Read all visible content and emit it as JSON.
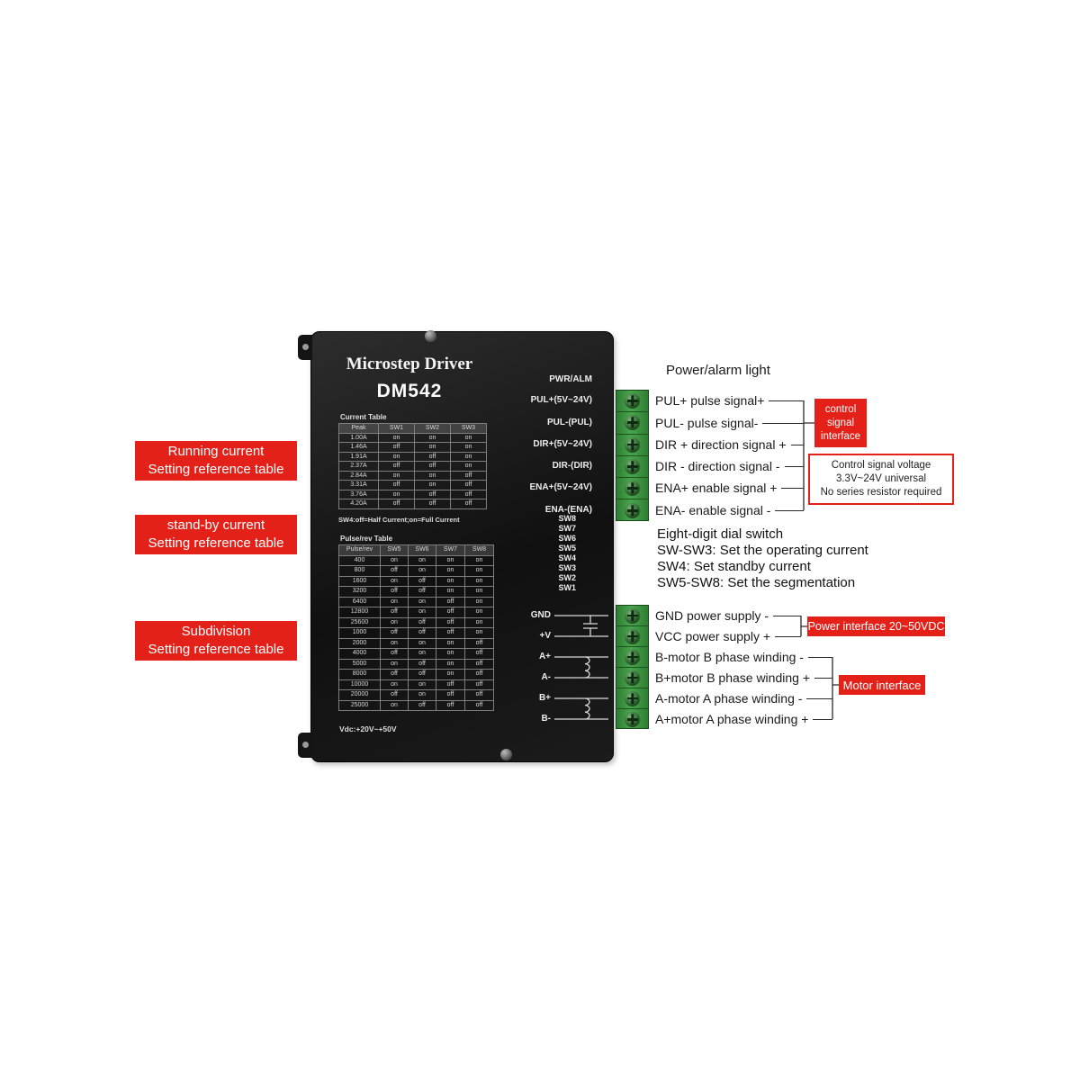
{
  "colors": {
    "accent_red": "#e32119",
    "device_body": "#161616",
    "terminal_green": "#3e9a41",
    "device_text": "#e6e6e6"
  },
  "device": {
    "title": "Microstep Driver",
    "model": "DM542",
    "current_table": {
      "title": "Current Table",
      "headers": [
        "Peak",
        "SW1",
        "SW2",
        "SW3"
      ],
      "rows": [
        [
          "1.00A",
          "on",
          "on",
          "on"
        ],
        [
          "1.46A",
          "off",
          "on",
          "on"
        ],
        [
          "1.91A",
          "on",
          "off",
          "on"
        ],
        [
          "2.37A",
          "off",
          "off",
          "on"
        ],
        [
          "2.84A",
          "on",
          "on",
          "off"
        ],
        [
          "3.31A",
          "off",
          "on",
          "off"
        ],
        [
          "3.76A",
          "on",
          "off",
          "off"
        ],
        [
          "4.20A",
          "off",
          "off",
          "off"
        ]
      ],
      "note": "SW4:off=Half Current;on=Full Current"
    },
    "pulse_table": {
      "title": "Pulse/rev Table",
      "headers": [
        "Pulse/rev",
        "SW5",
        "SW6",
        "SW7",
        "SW8"
      ],
      "rows": [
        [
          "400",
          "on",
          "on",
          "on",
          "on"
        ],
        [
          "800",
          "off",
          "on",
          "on",
          "on"
        ],
        [
          "1600",
          "on",
          "off",
          "on",
          "on"
        ],
        [
          "3200",
          "off",
          "off",
          "on",
          "on"
        ],
        [
          "6400",
          "on",
          "on",
          "off",
          "on"
        ],
        [
          "12800",
          "off",
          "on",
          "off",
          "on"
        ],
        [
          "25600",
          "on",
          "off",
          "off",
          "on"
        ],
        [
          "1000",
          "off",
          "off",
          "off",
          "on"
        ],
        [
          "2000",
          "on",
          "on",
          "on",
          "off"
        ],
        [
          "4000",
          "off",
          "on",
          "on",
          "off"
        ],
        [
          "5000",
          "on",
          "off",
          "on",
          "off"
        ],
        [
          "8000",
          "off",
          "off",
          "on",
          "off"
        ],
        [
          "10000",
          "on",
          "on",
          "off",
          "off"
        ],
        [
          "20000",
          "off",
          "on",
          "off",
          "off"
        ],
        [
          "25000",
          "on",
          "off",
          "off",
          "off"
        ]
      ]
    },
    "voltage_label": "Vdc:+20V~+50V",
    "signal_port_labels": [
      "PWR/ALM",
      "PUL+(5V~24V)",
      "PUL-(PUL)",
      "DIR+(5V~24V)",
      "DIR-(DIR)",
      "ENA+(5V~24V)",
      "ENA-(ENA)"
    ],
    "dip_switch_labels": [
      "SW8",
      "SW7",
      "SW6",
      "SW5",
      "SW4",
      "SW3",
      "SW2",
      "SW1"
    ],
    "power_port_labels": [
      "GND",
      "+V",
      "A+",
      "A-",
      "B+",
      "B-"
    ]
  },
  "left_callouts": [
    {
      "line1": "Running current",
      "line2": "Setting reference table"
    },
    {
      "line1": "stand-by current",
      "line2": "Setting reference table"
    },
    {
      "line1": "Subdivision",
      "line2": "Setting reference table"
    }
  ],
  "annotations": {
    "power_alarm_light": "Power/alarm light",
    "signal_lines": [
      "PUL+ pulse signal+",
      "PUL- pulse signal-",
      "DIR + direction signal +",
      "DIR - direction signal -",
      "ENA+ enable signal +",
      "ENA- enable signal -"
    ],
    "control_interface_box": {
      "line1": "control",
      "line2": "signal",
      "line3": "interface"
    },
    "control_note": {
      "line1": "Control signal voltage",
      "line2": "3.3V~24V universal",
      "line3": "No series resistor required"
    },
    "dial_switch_info": [
      "Eight-digit dial switch",
      "SW-SW3: Set the operating current",
      "SW4: Set standby current",
      "SW5-SW8: Set the segmentation"
    ],
    "power_lines": [
      "GND power supply -",
      "VCC power supply +"
    ],
    "power_interface_box": "Power interface 20~50VDC",
    "motor_lines": [
      "B-motor B phase winding -",
      "B+motor B phase winding +",
      "A-motor A phase winding -",
      "A+motor A phase winding +"
    ],
    "motor_interface_box": "Motor interface"
  }
}
